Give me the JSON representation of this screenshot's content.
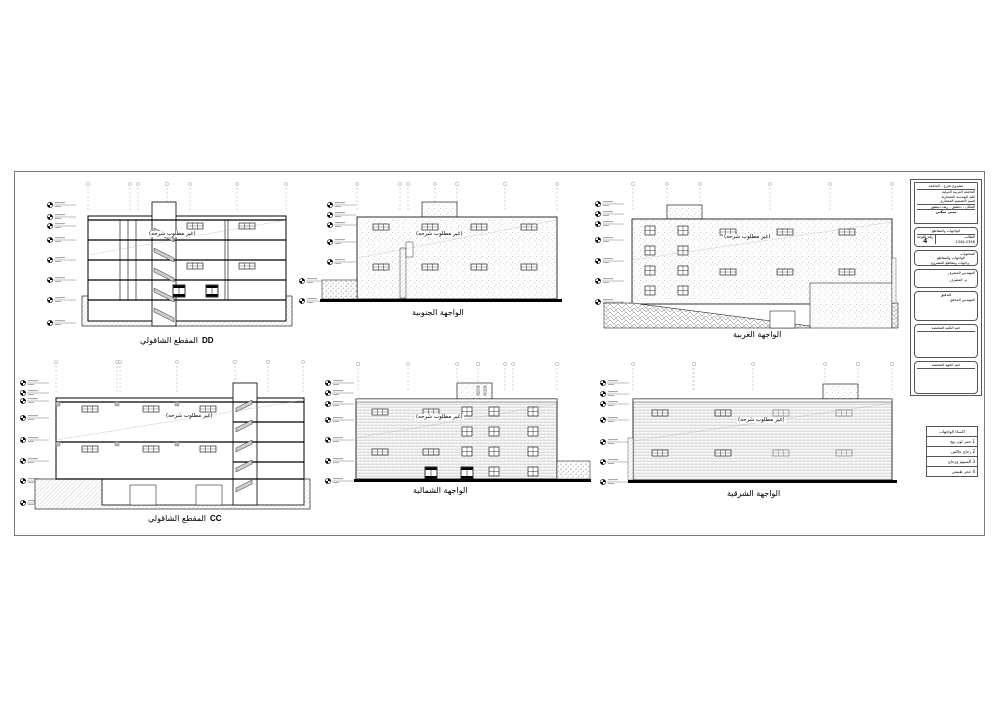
{
  "sheet": {
    "watermark": "(غير مطلوب شرحه)",
    "colors": {
      "line": "#000000",
      "frame": "#7a7a7a",
      "hatch": "#8a8a8a",
      "grid_line": "#9a9a9a"
    }
  },
  "drawings": [
    {
      "id": "section-dd",
      "caption": "المقطع الشاقولي",
      "code": "DD",
      "type": "section"
    },
    {
      "id": "south-elevation",
      "caption": "الواجهة الجنوبية",
      "type": "elevation",
      "finish": "stone-stipple"
    },
    {
      "id": "west-elevation",
      "caption": "الواجهة الغربية",
      "type": "elevation",
      "finish": "stone-stipple"
    },
    {
      "id": "section-cc",
      "caption": "المقطع الشاقولي",
      "code": "CC",
      "type": "section"
    },
    {
      "id": "north-elevation",
      "caption": "الواجهة الشمالية",
      "type": "elevation",
      "finish": "brick-grid"
    },
    {
      "id": "east-elevation",
      "caption": "الواجهة الشرقية",
      "type": "elevation",
      "finish": "brick-grid"
    }
  ],
  "level_markers": [
    "+13.80",
    "+12.60",
    "+12.00",
    "+9.00",
    "+6.00",
    "+3.00",
    "±0.00",
    "-3.00"
  ],
  "title_block": {
    "header": "مشروع تخرج - الجامعة",
    "header_lines": [
      "الجامعة العربية الدولية",
      "كلية الهندسة المعمارية",
      "قسم التصميم المعماري"
    ],
    "project_note": "المكان : دمشق - ريف دمشق",
    "project_title": "مبنى سكني",
    "panel_title": "الواجهات والمقاطع",
    "sheet_label": "رقم اللوحة",
    "sheet_number": "4",
    "student_label": "الطالب",
    "student_id": "2344-2346",
    "contents_label": "المحتويات",
    "contents_value": "الواجهات والمقاطع",
    "contents_sub": "واجهات ومقاطع المشروع",
    "supervisor_label": "المهندس المشرف",
    "supervisor_value": "م. المشرف",
    "review_label": "التدقيق",
    "review_value": "المهندس المدقق",
    "stamp1_label": "ختم الكلية المختصة",
    "stamp2_label": "ختم الجهة المختصة"
  },
  "legend": {
    "title": "اكساء الواجهات",
    "items": [
      {
        "num": "1",
        "label": "حجر لون بيج"
      },
      {
        "num": "2",
        "label": "زجاج عاكس"
      },
      {
        "num": "3",
        "label": "ألمنيوم وزجاج"
      },
      {
        "num": "4",
        "label": "حجر طبيعي"
      }
    ]
  }
}
